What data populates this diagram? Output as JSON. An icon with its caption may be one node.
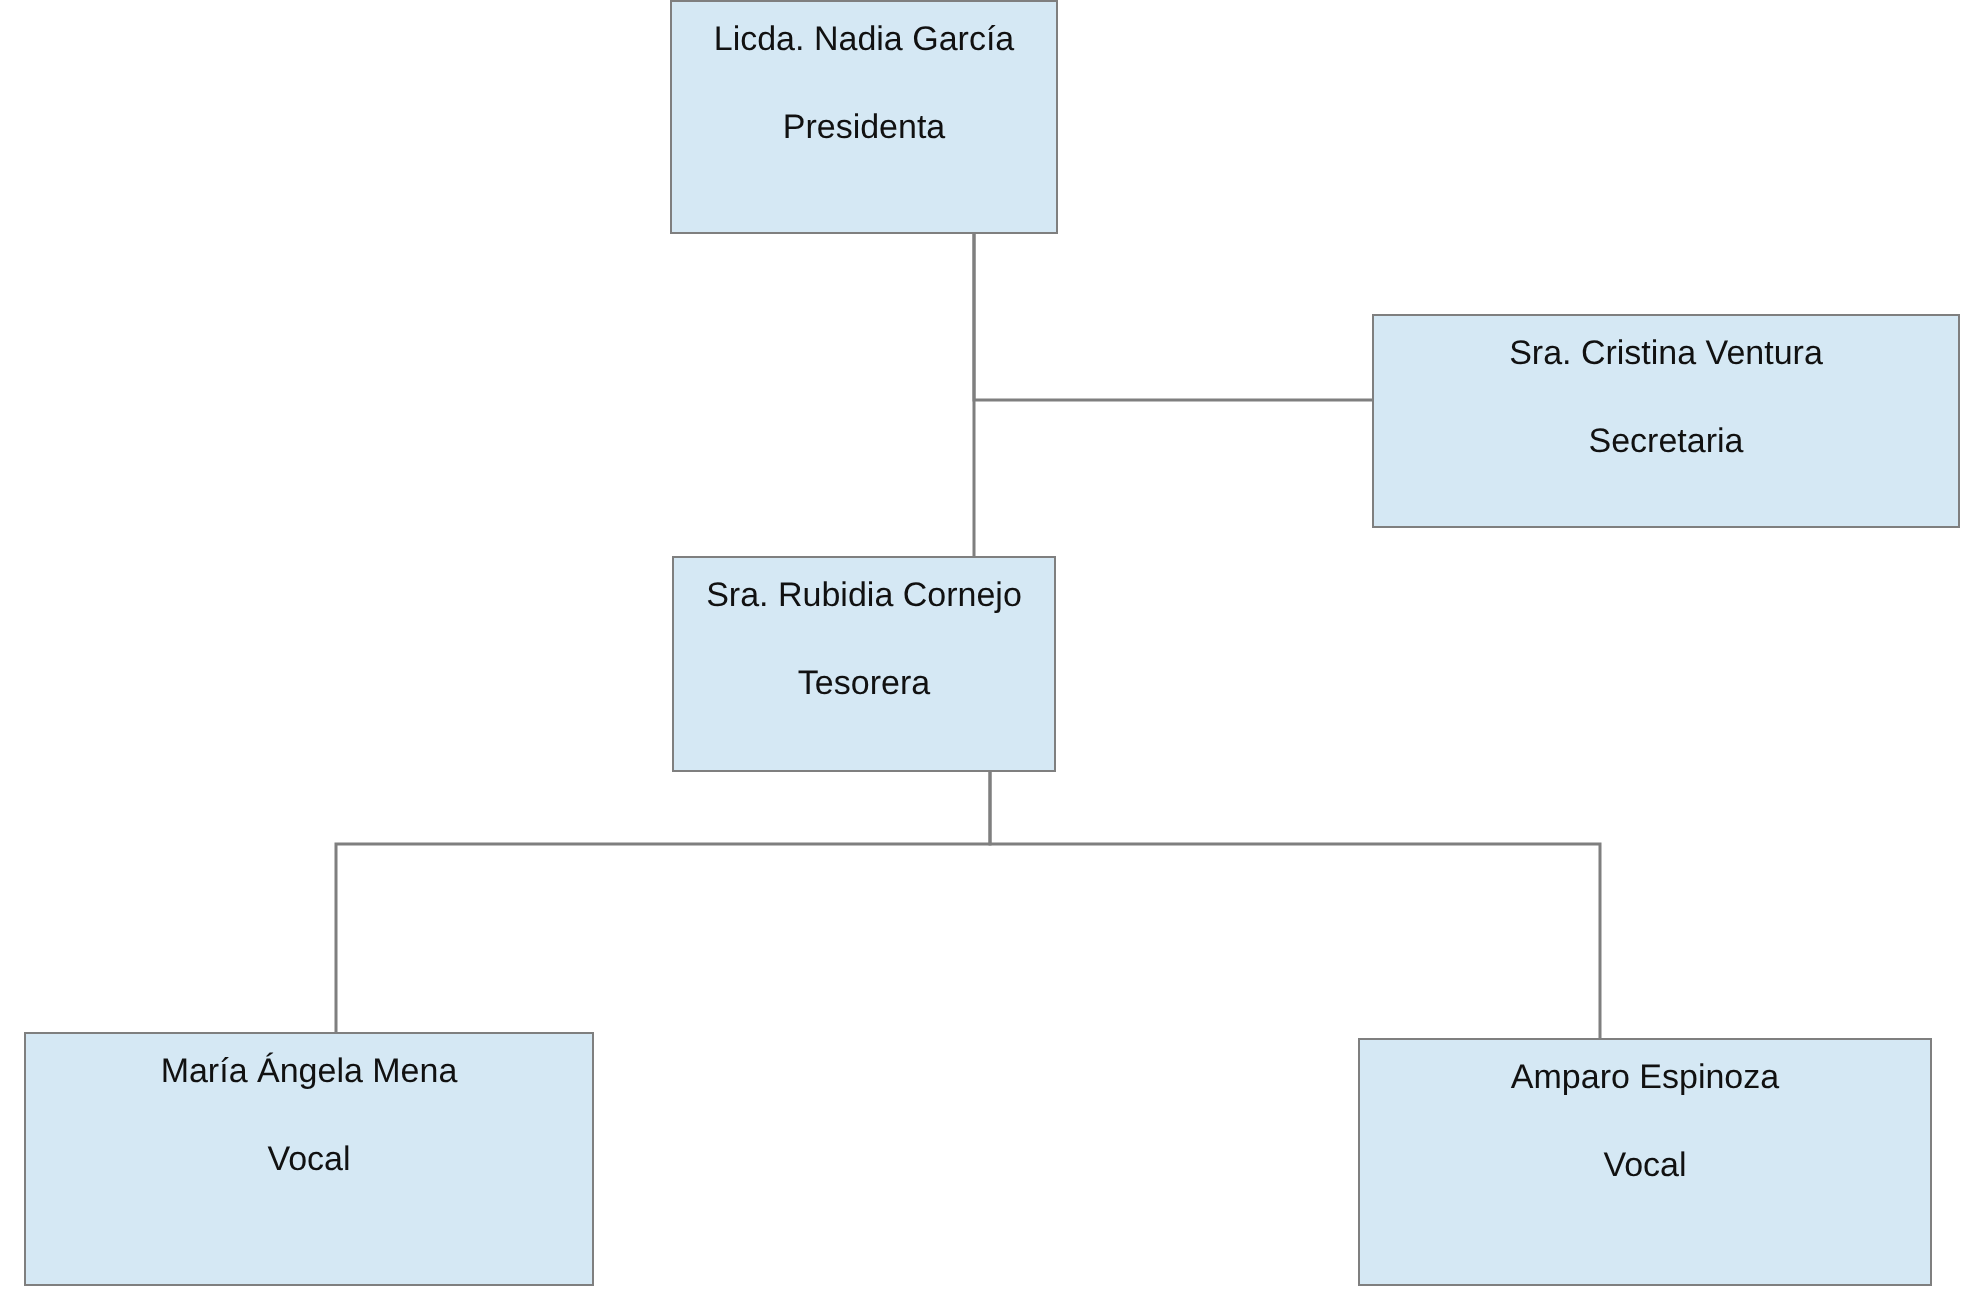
{
  "diagram": {
    "nodes": [
      {
        "text": [
          "Licda. Nadia García",
          "Presidenta"
        ]
      },
      {
        "text": [
          "Sra. Cristina Ventura",
          "Secretaria"
        ]
      },
      {
        "text": [
          "Sra. Rubidia Cornejo",
          "Tesorera"
        ]
      },
      {
        "text": [
          "María Ángela Mena",
          "Vocal"
        ]
      },
      {
        "text": [
          "Amparo Espinoza",
          "Vocal"
        ]
      }
    ],
    "edges": [
      {
        "from": 0,
        "to": 1,
        "arrow": "none"
      },
      {
        "from": 0,
        "to": 2,
        "arrow": "none"
      },
      {
        "from": 2,
        "to": 3,
        "arrow": "none"
      },
      {
        "from": 2,
        "to": 4,
        "arrow": "none"
      }
    ]
  }
}
